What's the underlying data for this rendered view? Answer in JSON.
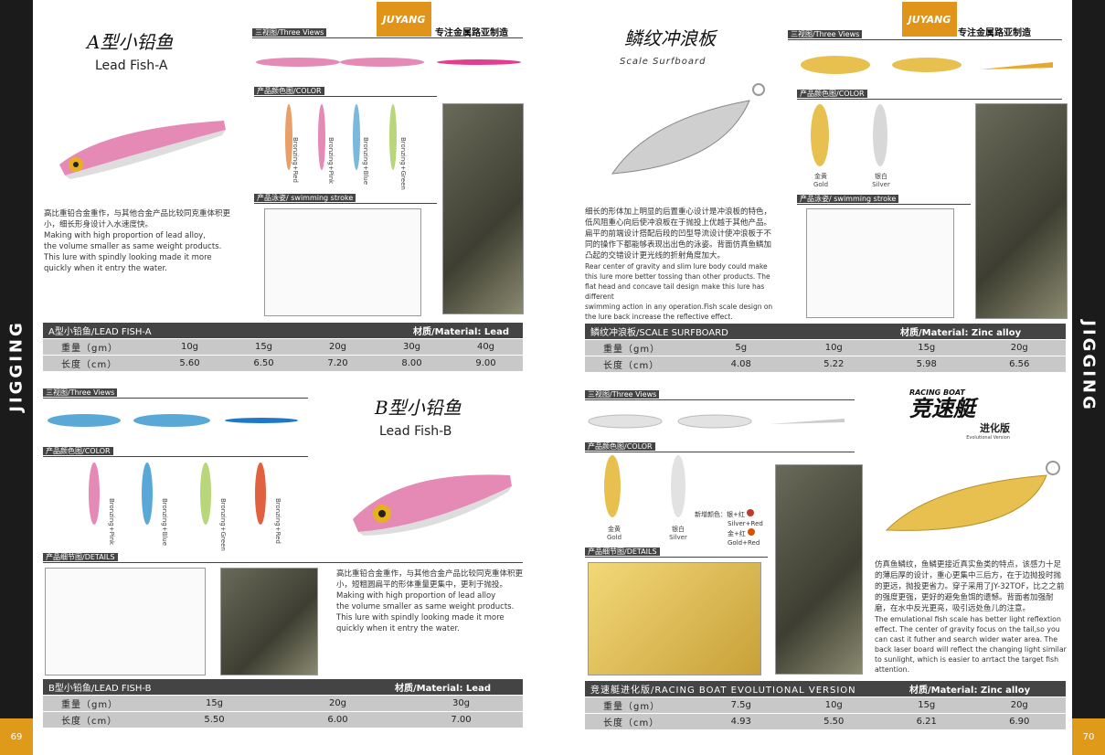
{
  "sidebar": {
    "left_label": "JIGGING",
    "right_label": "JIGGING"
  },
  "pages": {
    "left": "69",
    "right": "70"
  },
  "brand": {
    "logo": "JUYANG",
    "slogan": "专注金属路亚制造"
  },
  "lead_a": {
    "title_cn": "A型小铅鱼",
    "title_en": "Lead Fish-A",
    "three_views": "三视图/Three Views",
    "color": "产品颜色图/COLOR",
    "swimming": "产品泳姿/ swimming stroke",
    "colors": [
      "Bronzing+Red",
      "Bronzing+Pink",
      "Bronzing+Blue",
      "Bronzing+Green"
    ],
    "desc_cn": "高比重铅合金重作，与其他合金产品比较同克重体积更小，细长形身设计入水速度快。",
    "desc_en": [
      "Making with high proportion of lead alloy,",
      "the volume smaller as same weight products.",
      "This lure with spindly looking made it more",
      "quickly when it entry the water."
    ],
    "spec_title": "A型小铅鱼/LEAD FISH-A",
    "material": "材质/Material: Lead",
    "weight_label": "重量（gm）",
    "length_label": "长度（cm）",
    "weights": [
      "10g",
      "15g",
      "20g",
      "30g",
      "40g"
    ],
    "lengths": [
      "5.60",
      "6.50",
      "7.20",
      "8.00",
      "9.00"
    ]
  },
  "lead_b": {
    "title_cn": "B型小铅鱼",
    "title_en": "Lead Fish-B",
    "three_views": "三视图/Three Views",
    "color": "产品颜色图/COLOR",
    "details": "产品细节图/DETAILS",
    "colors": [
      "Bronzing+Pink",
      "Bronzing+Blue",
      "Bronzing+Green",
      "Bronzing+Red"
    ],
    "desc_cn": "高比重铅合金重作，与其他合金产品比较同克重体积更小，短粗圆扁平的形体重量更集中，更利于抛投。",
    "desc_en": [
      "Making with high proportion of lead alloy",
      "the volume smaller as same weight products.",
      "This lure with spindly looking made it more",
      "quickly when it entry the water."
    ],
    "spec_title": "B型小铅鱼/LEAD FISH-B",
    "material": "材质/Material: Lead",
    "weight_label": "重量（gm）",
    "length_label": "长度（cm）",
    "weights": [
      "15g",
      "20g",
      "30g"
    ],
    "lengths": [
      "5.50",
      "6.00",
      "7.00"
    ]
  },
  "surfboard": {
    "title_cn": "鳞纹冲浪板",
    "title_en": "Scale Surfboard",
    "three_views": "三视图/Three Views",
    "color": "产品颜色图/COLOR",
    "swimming": "产品泳姿/ swimming stroke",
    "colors": [
      {
        "cn": "金黄",
        "en": "Gold"
      },
      {
        "cn": "银白",
        "en": "Silver"
      }
    ],
    "desc_cn": "细长的形体加上明显的后置重心设计是冲浪板的特色，低风阻重心向后使冲浪板在于抛投上优越于其他产品。扁平的前端设计搭配后段的凹型导流设计使冲浪板于不同的操作下都能够表现出出色的泳姿。背面仿真鱼鳞加凸起的交错设计更光线的折射角度加大。",
    "desc_en": [
      "Rear center of gravity and slim lure body could make",
      "this lure more better tossing than other products. The",
      "flat head and concave tail design make this lure has different",
      "swimming action in any operation.Fish scale design on",
      "the lure back increase the reflective effect."
    ],
    "spec_title": "鳞纹冲浪板/SCALE SURFBOARD",
    "material": "材质/Material: Zinc alloy",
    "weight_label": "重量（gm）",
    "length_label": "长度（cm）",
    "weights": [
      "5g",
      "10g",
      "15g",
      "20g"
    ],
    "lengths": [
      "4.08",
      "5.22",
      "5.98",
      "6.56"
    ]
  },
  "racing": {
    "title_cn": "竞速艇",
    "title_top": "RACING BOAT",
    "title_sub": "进化版",
    "title_sub_en": "Evolutional Version",
    "three_views": "三视图/Three Views",
    "color": "产品颜色图/COLOR",
    "details": "产品细节图/DETAILS",
    "colors": [
      {
        "cn": "金黄",
        "en": "Gold"
      },
      {
        "cn": "银白",
        "en": "Silver"
      }
    ],
    "new_colors_label": "新增颜色：",
    "new_colors": [
      {
        "cn": "银+红",
        "en": "Silver+Red",
        "hex": "#c0392b"
      },
      {
        "cn": "金+红",
        "en": "Gold+Red",
        "hex": "#d35400"
      }
    ],
    "desc_cn": "仿真鱼鳞纹，鱼鳞更接近真实鱼类的特点，该感力十足的薄后厚的设计，重心更集中三后方，在于边抛投时抛的更远，抛投更省力。穿子采用了JY-32TOF，比之之前的强度更强，更好的避免鱼饵的遗憾。背面者加强耐磨，在水中反光更亮，吸引远处鱼儿的注意。",
    "desc_en": [
      "The emulational fish scale has better light reflextion",
      "effect. The center of gravity focus on the tail,so you",
      "can cast it futher and search wider water area. The",
      "back laser board will reflect the changing light similar",
      "to sunlight, which is easier to arrtact the target fish",
      "attention."
    ],
    "spec_title": "竞速艇进化版/RACING BOAT EVOLUTIONAL VERSION",
    "material": "材质/Material: Zinc alloy",
    "weight_label": "重量（gm）",
    "length_label": "长度（cm）",
    "weights": [
      "7.5g",
      "10g",
      "15g",
      "20g"
    ],
    "lengths": [
      "4.93",
      "5.50",
      "6.21",
      "6.90"
    ]
  },
  "palette": {
    "accent": "#e0951a",
    "dark": "#444444",
    "row": "#c8c8c8",
    "sidebar": "#1b1b1b"
  }
}
